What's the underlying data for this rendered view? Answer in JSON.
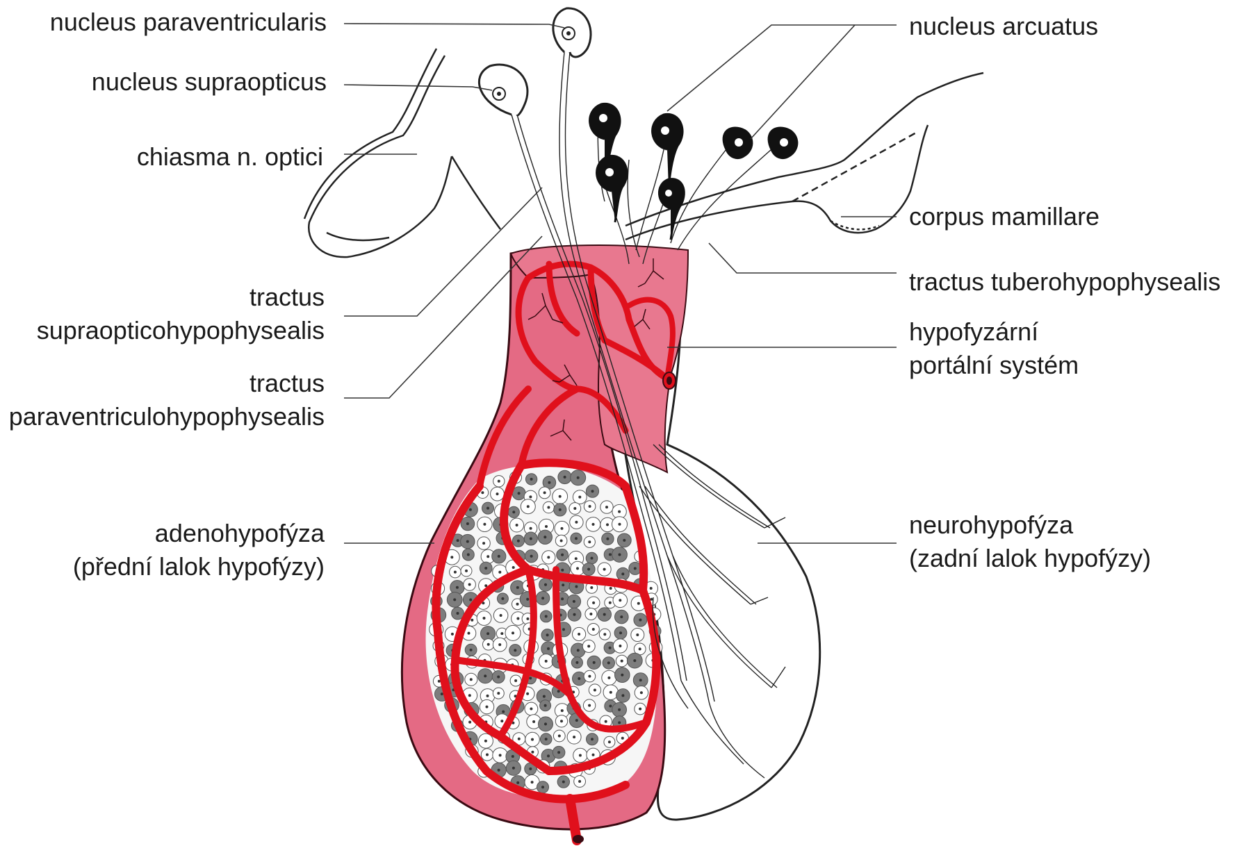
{
  "labels": {
    "nucleus_paraventricularis": "nucleus paraventricularis",
    "nucleus_supraopticus": "nucleus supraopticus",
    "chiasma": "chiasma n. optici",
    "tractus_supraoptico": [
      "tractus",
      "supraopticohypophysealis"
    ],
    "tractus_paraventriculo": [
      "tractus",
      "paraventriculohypophysealis"
    ],
    "adenohypofyza": [
      "adenohypofýza",
      "(přední lalok hypofýzy)"
    ],
    "nucleus_arcuatus": "nucleus arcuatus",
    "corpus_mamillare": "corpus mamillare",
    "tractus_tubero": "tractus tuberohypophysealis",
    "portalni": [
      "hypofyzární",
      "portální systém"
    ],
    "neurohypofyza": [
      "neurohypofýza",
      "(zadní lalok hypofýzy)"
    ]
  },
  "colors": {
    "vessel_red": "#e0101c",
    "tissue_pink": "#e2607a",
    "tissue_light_pink": "#f0a0b0",
    "neuron_black": "#111111",
    "line_gray": "#333333"
  }
}
